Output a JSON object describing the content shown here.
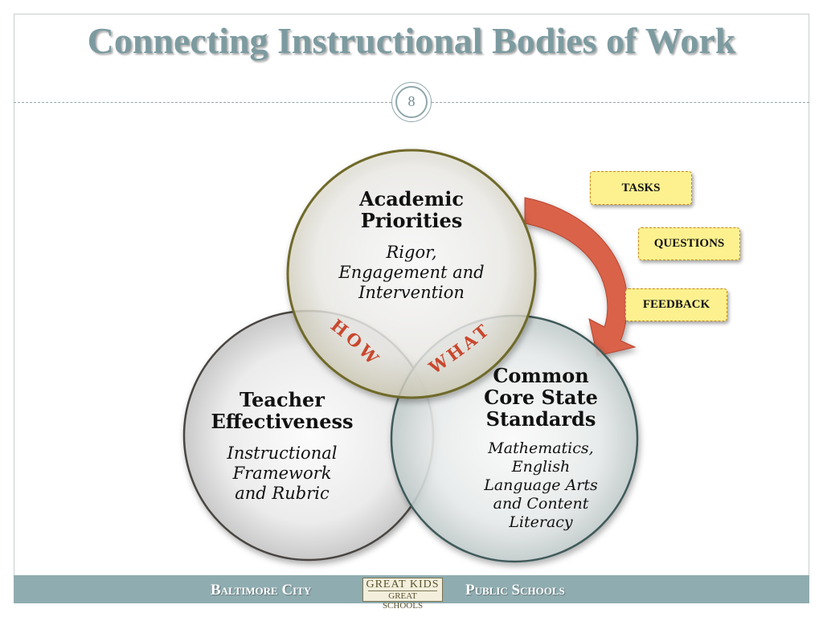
{
  "slide": {
    "title": "Connecting Instructional Bodies of Work",
    "page_number": "8"
  },
  "circles": {
    "academic": {
      "heading_line1": "Academic",
      "heading_line2": "Priorities",
      "sub_line1": "Rigor,",
      "sub_line2": "Engagement and",
      "sub_line3": "Intervention"
    },
    "teacher": {
      "heading_line1": "Teacher",
      "heading_line2": "Effectiveness",
      "sub_line1": "Instructional",
      "sub_line2": "Framework",
      "sub_line3": "and Rubric"
    },
    "ccss": {
      "heading_line1": "Common",
      "heading_line2": "Core State",
      "heading_line3": "Standards",
      "sub_line1": "Mathematics,",
      "sub_line2": "English",
      "sub_line3": "Language Arts",
      "sub_line4": "and Content",
      "sub_line5": "Literacy"
    }
  },
  "overlaps": {
    "how": "HOW",
    "what": "WHAT"
  },
  "cycle": {
    "tasks": "TASKS",
    "questions": "QUESTIONS",
    "feedback": "FEEDBACK"
  },
  "footer": {
    "left": "Baltimore City",
    "right": "Public Schools",
    "logo_line1": "GREAT KIDS",
    "logo_line2": "GREAT SCHOOLS"
  },
  "colors": {
    "title": "#7c9ba0",
    "arrow": "#d9624a",
    "overlap_text": "#c9472d",
    "tag_fill": "#fdf18f",
    "footer_bar": "#8facb0"
  }
}
